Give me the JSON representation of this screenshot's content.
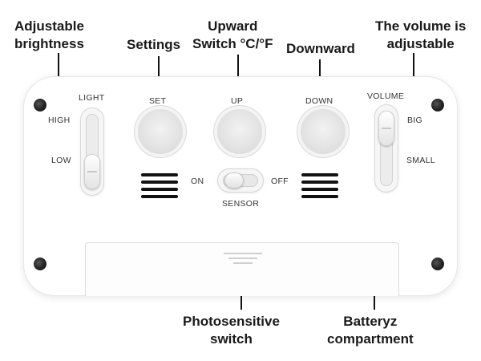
{
  "callouts": {
    "brightness": [
      "Adjustable",
      "brightness"
    ],
    "settings": "Settings",
    "upward": [
      "Upward",
      "Switch °C/°F"
    ],
    "downward": "Downward",
    "volume": [
      "The volume is",
      "adjustable"
    ],
    "photosensitive": [
      "Photosensitive",
      "switch"
    ],
    "battery": [
      "Batteryz",
      "compartment"
    ]
  },
  "device": {
    "light_label": "LIGHT",
    "high_label": "HIGH",
    "low_label": "LOW",
    "set_label": "SET",
    "up_label": "UP",
    "down_label": "DOWN",
    "volume_label": "VOLUME",
    "big_label": "BIG",
    "small_label": "SMALL",
    "on_label": "ON",
    "off_label": "OFF",
    "sensor_label": "SENSOR"
  },
  "colors": {
    "text": "#1a1a1a",
    "device_body": "#ffffff",
    "grille": "#111111",
    "button_face": "#e2e2e2"
  }
}
